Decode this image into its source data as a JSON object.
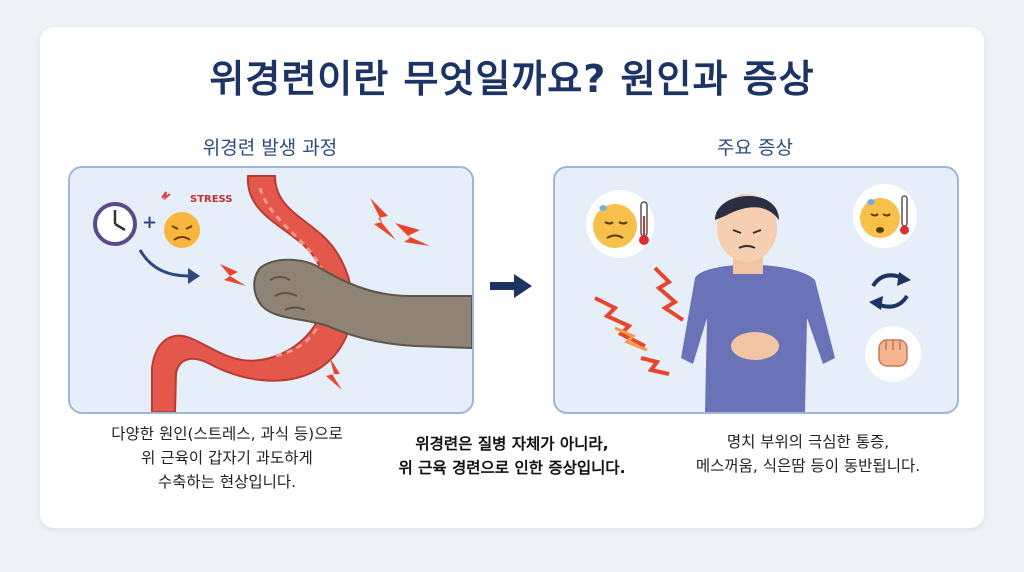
{
  "title": "위경련이란 무엇일까요? 원인과 증상",
  "left_panel": {
    "heading": "위경련 발생 과정",
    "stress_label": "STRESS",
    "plus": "+"
  },
  "right_panel": {
    "heading": "주요 증상"
  },
  "captions": {
    "left": [
      "다양한 원인(스트레스, 과식 등)으로",
      "위 근육이 갑자기 과도하게",
      "수축하는 현상입니다."
    ],
    "center": [
      "위경련은 질병 자체가 아니라,",
      "위 근육 경련으로 인한 증상입니다."
    ],
    "right": [
      "명치 부위의 극심한 통증,",
      "메스꺼움, 식은땀 등이 동반됩니다."
    ]
  },
  "colors": {
    "title": "#1b3464",
    "panel_bg": "#e6eef9",
    "panel_border": "#9fb6d6",
    "stomach": "#e4574b",
    "pain": "#e8452c"
  },
  "icons": [
    "clock-icon",
    "stressed-face-icon",
    "curved-arrow-icon",
    "right-arrow-icon",
    "sweating-face-icon",
    "thermometer-icon",
    "swap-arrows-icon",
    "fist-icon"
  ]
}
